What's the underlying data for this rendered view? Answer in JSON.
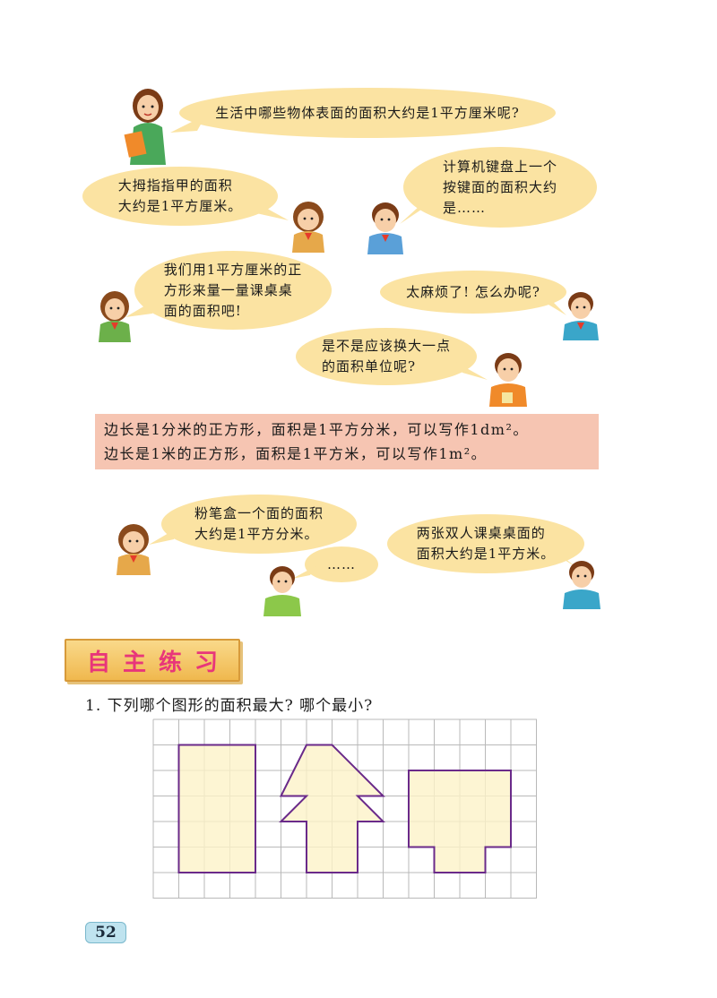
{
  "dialogue": [
    {
      "id": "teacher",
      "text": "生活中哪些物体表面的面积大约是1平方厘米呢?"
    },
    {
      "id": "girl1",
      "text": "大拇指指甲的面积\n大约是1平方厘米。"
    },
    {
      "id": "boy1",
      "text": "计算机键盘上一个\n按键面的面积大约\n是……"
    },
    {
      "id": "girl2",
      "text": "我们用1平方厘米的正\n方形来量一量课桌桌\n面的面积吧!"
    },
    {
      "id": "boy2",
      "text": "太麻烦了! 怎么办呢?"
    },
    {
      "id": "boy3",
      "text": "是不是应该换大一点\n的面积单位呢?"
    },
    {
      "id": "girl3",
      "text": "粉笔盒一个面的面积\n大约是1平方分米。"
    },
    {
      "id": "boy4",
      "text": "……"
    },
    {
      "id": "boy5",
      "text": "两张双人课桌桌面的\n面积大约是1平方米。"
    }
  ],
  "definitions": [
    "边长是1分米的正方形，面积是1平方分米，可以写作1dm²。",
    "边长是1米的正方形，面积是1平方米，可以写作1m²。"
  ],
  "section_title": "自主练习",
  "exercise": {
    "question": "1. 下列哪个图形的面积最大? 哪个最小?"
  },
  "page_number": "52",
  "colors": {
    "bubble": "#fbe3a2",
    "definition_box": "#f6c5b2",
    "banner_text": "#e8367a",
    "shape_fill": "#fdf3c8",
    "shape_outline": "#6a2a8a"
  }
}
